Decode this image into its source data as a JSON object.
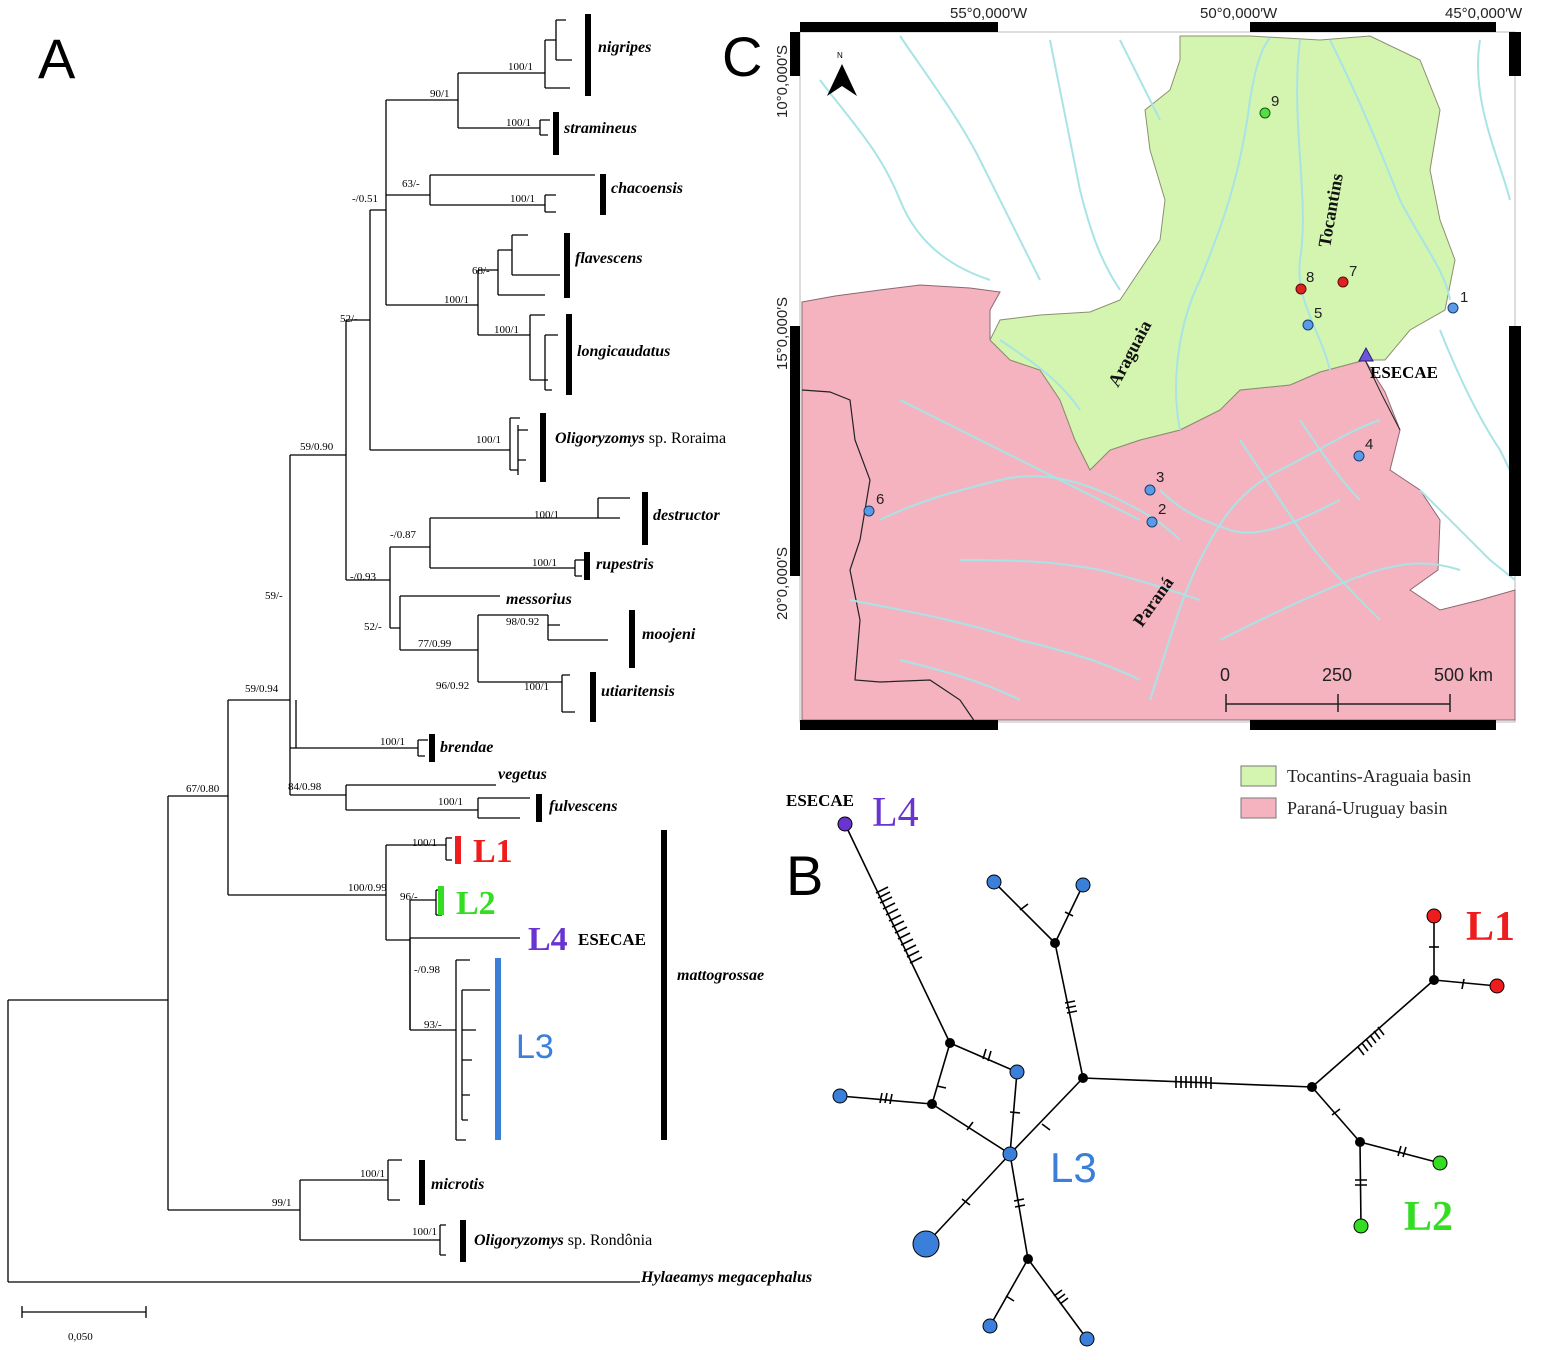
{
  "panels": {
    "a": "A",
    "b": "B",
    "c": "C"
  },
  "tree": {
    "taxa": {
      "nigripes": "nigripes",
      "stramineus": "stramineus",
      "chacoensis": "chacoensis",
      "flavescens": "flavescens",
      "longicaudatus": "longicaudatus",
      "roraima_genus": "Oligoryzomys",
      "roraima_rest": " sp. Roraima",
      "destructor": "destructor",
      "rupestris": "rupestris",
      "messorius": "messorius",
      "moojeni": "moojeni",
      "utiaritensis": "utiaritensis",
      "brendae": "brendae",
      "vegetus": "vegetus",
      "fulvescens": "fulvescens",
      "mattogrossae": "mattogrossae",
      "microtis": "microtis",
      "rondonia_genus": "Oligoryzomys",
      "rondonia_rest": " sp. Rondônia",
      "outgroup": "Hylaeamys megacephalus"
    },
    "lineages": {
      "l1": "L1",
      "l2": "L2",
      "l3": "L3",
      "l4": "L4",
      "esecae": "ESECAE"
    },
    "support": {
      "s1": "100/1",
      "s2": "90/1",
      "s3": "100/1",
      "s4": "63/-",
      "s5": "-/0.51",
      "s6": "100/1",
      "s7": "68/-",
      "s8": "100/1",
      "s9": "100/1",
      "s10": "52/-",
      "s11": "100/1",
      "s12": "59/0.90",
      "s13": "100/1",
      "s14": "-/0.87",
      "s15": "-/0.93",
      "s16": "100/1",
      "s17": "98/0.92",
      "s18": "52/-",
      "s19": "77/0.99",
      "s20": "96/0.92",
      "s21": "100/1",
      "s22": "59/-",
      "s23": "100/1",
      "s24": "59/0.94",
      "s25": "84/0.98",
      "s26": "100/1",
      "s27": "67/0.80",
      "s28": "100/1",
      "s29": "100/0.99",
      "s30": "96/-",
      "s31": "-/0.98",
      "s32": "93/-",
      "s33": "100/1",
      "s34": "99/1",
      "s35": "100/1"
    },
    "scale_label": "0,050"
  },
  "map": {
    "longitudes": [
      "55°0,000′W",
      "50°0,000′W",
      "45°0,000′W"
    ],
    "latitudes": [
      "10°0,000′S",
      "15°0,000′S",
      "20°0,000′S"
    ],
    "north": "N",
    "rivers": {
      "tocantins": "Tocantins",
      "araguaia": "Araguaia",
      "parana": "Paraná"
    },
    "esecae": "ESECAE",
    "sites": [
      "1",
      "2",
      "3",
      "4",
      "5",
      "6",
      "7",
      "8",
      "9"
    ],
    "scale": {
      "t0": "0",
      "t1": "250",
      "t2": "500 km"
    },
    "legend": {
      "tocantins": "Tocantins-Araguaia basin",
      "parana": "Paraná-Uruguay basin"
    },
    "colors": {
      "tocantins_basin": "#d4f5b0",
      "parana_basin": "#f5b3c0",
      "river": "#a8e4e6",
      "l1": "#ee1c1c",
      "l2": "#33dd22",
      "l3": "#3a7fd9",
      "l4": "#6a34d1"
    }
  },
  "network": {
    "l1": "L1",
    "l2": "L2",
    "l3": "L3",
    "l4": "L4",
    "esecae": "ESECAE"
  }
}
